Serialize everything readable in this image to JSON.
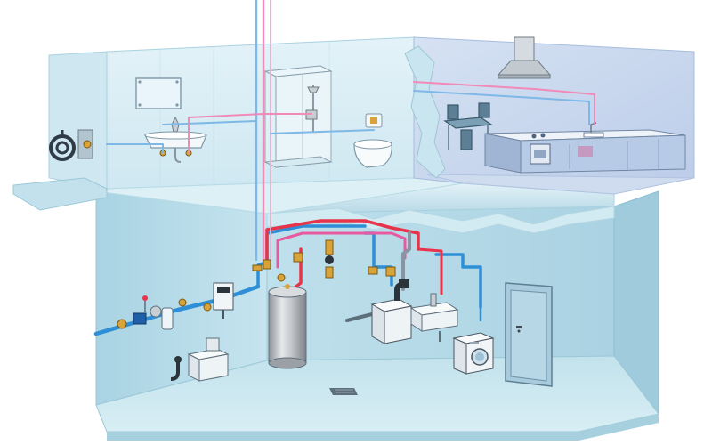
{
  "diagram": {
    "components": [
      {
        "id": "garden-hose-reel",
        "icon": "hose-reel-icon"
      },
      {
        "id": "bathroom-mirror",
        "icon": "mirror-icon"
      },
      {
        "id": "washbasin",
        "icon": "sink-icon"
      },
      {
        "id": "shower-cabin",
        "icon": "shower-icon"
      },
      {
        "id": "toilet",
        "icon": "toilet-icon"
      },
      {
        "id": "cooker-hood",
        "icon": "hood-icon"
      },
      {
        "id": "dining-set",
        "icon": "table-icon"
      },
      {
        "id": "kitchen-counter",
        "icon": "kitchen-icon"
      },
      {
        "id": "water-meter",
        "icon": "meter-icon"
      },
      {
        "id": "control-unit",
        "icon": "controller-icon"
      },
      {
        "id": "hot-water-cylinder",
        "icon": "tank-icon"
      },
      {
        "id": "boiler",
        "icon": "boiler-icon"
      },
      {
        "id": "utility-sink",
        "icon": "sink-icon"
      },
      {
        "id": "washing-machine",
        "icon": "washer-icon"
      },
      {
        "id": "cellar-door",
        "icon": "door-icon"
      },
      {
        "id": "floor-drain",
        "icon": "drain-icon"
      },
      {
        "id": "sump-pump",
        "icon": "pump-icon"
      }
    ],
    "pipe_colors": {
      "cold": "#2f8fd6",
      "hot": "#e8344a",
      "hot_upper": "#f08ab8",
      "cold_upper": "#7fb8e6",
      "drain": "#8a95a3"
    },
    "palette": {
      "wall": "#b9dde9",
      "wall_dark": "#8fc3d6",
      "floor": "#c7e5ee",
      "upper_wall": "#d9edf4",
      "kitchen_wall": "#c8d8ef",
      "fixture": "#eef4f7",
      "steel": "#b8bcc2"
    }
  }
}
